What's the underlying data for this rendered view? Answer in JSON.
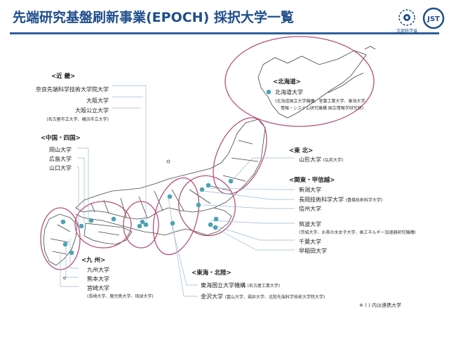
{
  "title": "先端研究基盤刷新事業(EPOCH) 採択大学一覧",
  "logos": {
    "mext_caption": "文部科学省",
    "jst_text": "JST"
  },
  "regions": {
    "kinki": {
      "header": "<近 畿>",
      "items": [
        "奈良先端科学技術大学院大学",
        "大阪大学",
        "大阪公立大学"
      ],
      "note": "(名古屋市立大学、横浜市立大学)"
    },
    "chugoku": {
      "header": "<中国・四国>",
      "items": [
        "岡山大学",
        "広島大学",
        "山口大学"
      ]
    },
    "kyushu": {
      "header": "<九 州>",
      "items": [
        "九州大学",
        "熊本大学",
        "宮崎大学"
      ],
      "note": "(長崎大学、鹿児島大学、琉球大学)"
    },
    "hokkaido": {
      "header": "<北海道>",
      "items": [
        "北海道大学"
      ],
      "note1": "(北海道国立大学機構、室蘭工業大学、東海大学、",
      "note2": "情報・システム研究機構 国立情報学研究所)"
    },
    "tohoku": {
      "header": "<東 北>",
      "item": "山形大学",
      "item_note": "(弘前大学)"
    },
    "kanto": {
      "header": "<関東・甲信越>",
      "items": [
        "新潟大学",
        "長岡技術科学大学",
        "信州大学",
        "筑波大学",
        "千葉大学",
        "早稲田大学"
      ],
      "nagaoka_note": "(豊橋技術科学大学)",
      "tsukuba_note": "(茨城大学、お茶の水女子大学、高エネルギー加速器研究機構)"
    },
    "tokai": {
      "header": "<東海・北陸>",
      "item1": "東海国立大学機構",
      "item1_note": "(名古屋工業大学)",
      "item2": "金沢大学",
      "item2_note": "(富山大学、福井大学、北陸先端科学技術大学院大学)"
    }
  },
  "footnote": "※ ( ) 内は連携大学",
  "colors": {
    "title": "#1f4e8c",
    "ellipse": "#b5507a",
    "dot": "#4aa3b3",
    "leader": "#9fb7d4"
  }
}
